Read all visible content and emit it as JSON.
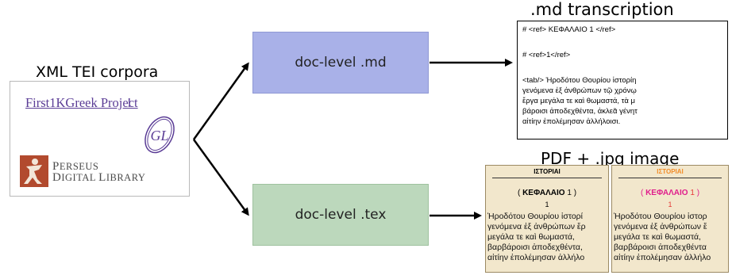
{
  "headings": {
    "xml": "XML TEI corpora",
    "md": ".md transcription",
    "pdf": "PDF + .jpg image"
  },
  "corpus": {
    "first1k": "First1KGreek Project",
    "first1k_excl": "!",
    "gl_monogram": "GL",
    "perseus_line1_cap": "P",
    "perseus_line1_rest": "ERSEUS",
    "perseus_line2_cap1": "D",
    "perseus_line2_rest1": "IGITAL ",
    "perseus_line2_cap2": "L",
    "perseus_line2_rest2": "IBRARY"
  },
  "boxes": {
    "md": "doc-level .md",
    "tex": "doc-level .tex"
  },
  "md_transcription": {
    "lines": [
      "# <ref> ΚΕΦΑΛΑΙΟ 1 </ref>",
      "# <ref>1</ref>",
      "<tab/> Ἡροδότου Θουρίου ἱστορίη",
      "γενόμενα ἐξ ἀνθρώπων τῷ χρόνῳ",
      "ἔργα μεγάλα τε καὶ θωμαστά, τὰ μ",
      "βάροισι ἀποδεχθέντα, ἀκλεᾶ γένητ",
      "αἰτίην ἐπολέμησαν ἀλλήλοισι."
    ]
  },
  "pdf_pages": [
    {
      "header": "ΙΣΤΟΡΙΑΙ",
      "header_color": "#000000",
      "chapter_open": "(",
      "chapter_word": "ΚΕΦΑΛΑΙΟ",
      "chapter_num": "1",
      "chapter_close": ")",
      "chapter_color": "#000000",
      "chapter_num_color": "#000000",
      "num": "1",
      "num_color": "#000000",
      "lines": [
        "Ἡροδότου Θουρίου ἱστορί",
        "γενόμενα ἐξ ἀνθρώπων ἔρ",
        "μεγάλα τε καὶ θωμαστά,",
        "βαρβάροισι ἀποδεχθέντα,",
        "αἰτίην ἐπολέμησαν ἀλλήλο"
      ]
    },
    {
      "header": "ΙΣΤΟΡΙΑΙ",
      "header_color": "#f28c28",
      "chapter_open": "(",
      "chapter_word": "ΚΕΦΑΛΑΙΟ",
      "chapter_num": "1",
      "chapter_close": ")",
      "chapter_color": "#e01e8c",
      "chapter_num_color": "#e53935",
      "num": "1",
      "num_color": "#e53935",
      "lines": [
        "Ἡροδότου Θουρίου ἱστορ",
        "γενόμενα ἐξ ἀνθρώπων ἔ",
        "μεγάλα τε καὶ θωμαστά,",
        "βαρβάροισι ἀποδεχθέντα",
        "αἰτίην ἐπολέμησαν ἀλλήλο"
      ]
    }
  ],
  "colors": {
    "md_box_fill": "#a9b1e8",
    "tex_box_fill": "#bcd8bc",
    "page_fill": "#f2e7cc",
    "link_color": "#5b3d96"
  }
}
